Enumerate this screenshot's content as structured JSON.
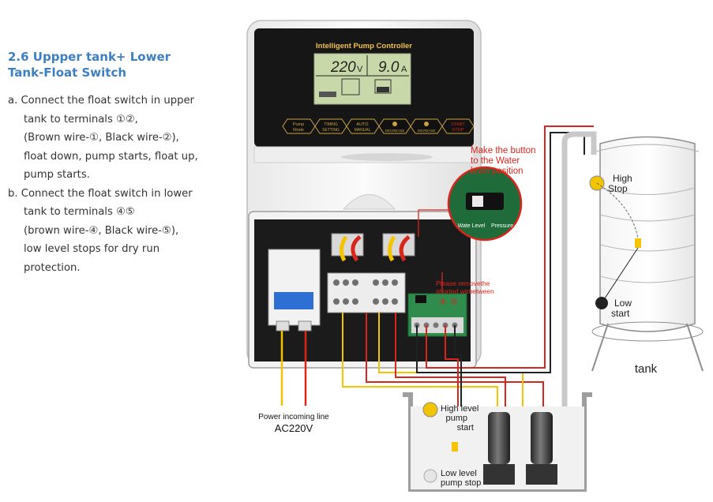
{
  "section": {
    "title_line1": "2.6 Uppper tank+ Lower",
    "title_line2": "Tank-Float Switch"
  },
  "steps": [
    {
      "first": "a. Connect the float switch in upper",
      "cont": [
        "tank to terminals ①②,",
        "(Brown wire-①, Black wire-②),",
        "float down, pump starts, float up,",
        "pump starts."
      ]
    },
    {
      "first": "b. Connect the float switch in lower",
      "cont": [
        "tank to terminals ④⑤",
        "(brown wire-④,  Black wire-⑤),",
        "low level stops for dry run",
        "protection."
      ]
    }
  ],
  "controller": {
    "title": "Intelligent Pump Controller",
    "voltage": "220",
    "voltage_unit": "V",
    "current": "9.0",
    "current_unit": "A",
    "buttons": [
      {
        "line1": "Pump",
        "line2": "Mode"
      },
      {
        "line1": "TIMING",
        "line2": "SETTING"
      },
      {
        "line1": "AUTO",
        "line2": "MANUAL"
      },
      {
        "line1": "",
        "line2": "DECREASE"
      },
      {
        "line1": "",
        "line2": "INCREASE"
      },
      {
        "line1": "START",
        "line2": "STOP"
      }
    ]
  },
  "callouts": {
    "button_note": [
      "Make the button",
      "to the Water",
      "level position"
    ],
    "switch_left": "Wate Level",
    "switch_right": "Pressure",
    "shorted_note": [
      "Please removethe",
      "shorted wirbetween"
    ],
    "shorted_terminals": [
      "④",
      "⑤"
    ]
  },
  "power": {
    "line1": "Power incoming line",
    "line2": "AC220V"
  },
  "upper_tank": {
    "label": "tank",
    "high_float": [
      "High",
      "Stop"
    ],
    "low_float": [
      "Low",
      "start"
    ]
  },
  "lower_tank": {
    "high_float": [
      "High level",
      "pump",
      "start"
    ],
    "low_float": [
      "Low level",
      "pump stop"
    ]
  },
  "colors": {
    "title_blue": "#3d7fc1",
    "red_note": "#d9261c",
    "wire_red": "#d9261c",
    "wire_yellow": "#f2c500",
    "wire_black": "#222222",
    "lcd_green": "#c9d8a8"
  }
}
